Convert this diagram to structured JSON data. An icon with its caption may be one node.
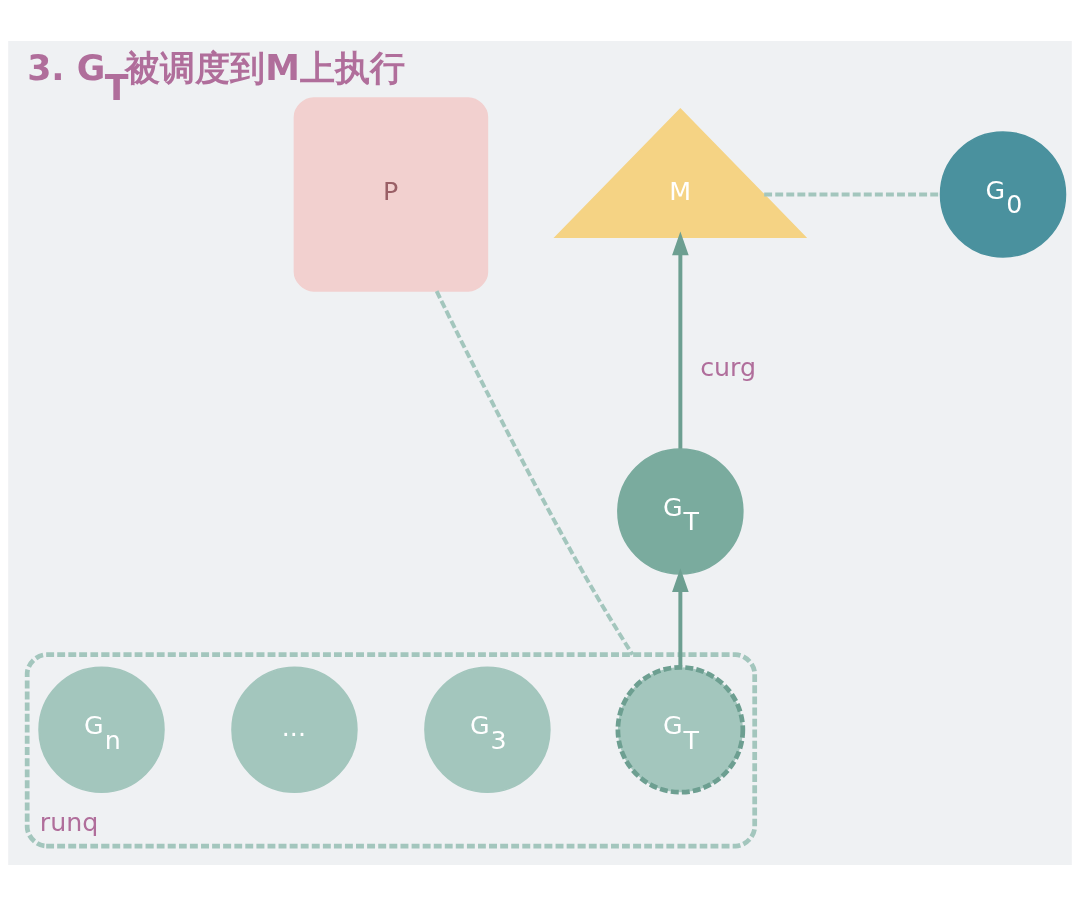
{
  "diagram": {
    "title": "3. G$_{T}$被调度到M上执行",
    "nodes": [
      {
        "text": [
          "P"
        ]
      },
      {
        "text": [
          "M"
        ]
      },
      {
        "text": [
          "G$_{0}$"
        ]
      },
      {
        "text": [
          "runq"
        ]
      },
      {
        "text": [
          "G$_{T}$"
        ],
        "in": 3
      },
      {
        "text": [
          "G$_{3}$"
        ],
        "in": 3
      },
      {
        "text": [
          "..."
        ],
        "in": 3
      },
      {
        "text": [
          "G$_{n}$"
        ],
        "in": 3
      },
      {
        "text": [
          "G$_{T}$"
        ]
      }
    ],
    "edges": [
      {
        "from": 0,
        "to": 3,
        "arrow": "none",
        "style": "dashed"
      },
      {
        "from": 1,
        "to": 2,
        "arrow": "none",
        "style": "dashed"
      },
      {
        "from": 8,
        "to": 1,
        "arrow": "to",
        "label": "curg"
      },
      {
        "from": 4,
        "to": 8,
        "arrow": "to"
      }
    ]
  }
}
